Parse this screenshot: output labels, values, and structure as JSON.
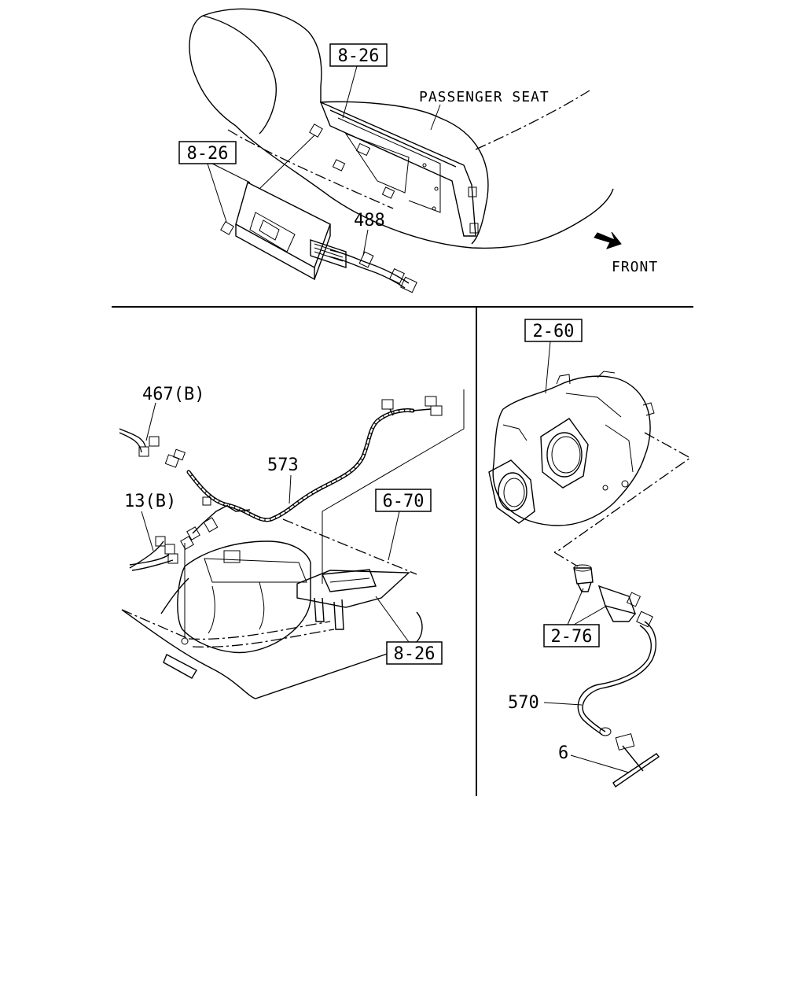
{
  "labels": {
    "ref_8_26_top": "8-26",
    "ref_8_26_left": "8-26",
    "passenger_seat": "PASSENGER SEAT",
    "part_488": "488",
    "front": "FRONT",
    "part_467b": "467(B)",
    "part_573": "573",
    "part_13b": "13(B)",
    "ref_6_70": "6-70",
    "ref_8_26_bottom": "8-26",
    "ref_2_60": "2-60",
    "ref_2_76": "2-76",
    "part_570": "570",
    "part_6": "6"
  }
}
